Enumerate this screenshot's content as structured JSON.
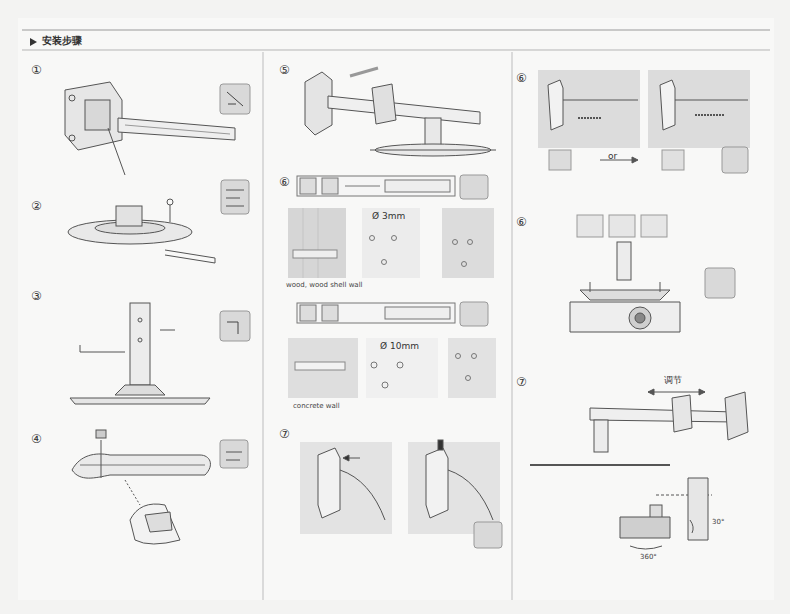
{
  "diagram": {
    "title": "安装步骤",
    "labels": [
      "①",
      "②",
      "③",
      "④",
      "⑤",
      "⑥",
      "Ø 3mm",
      "wood, wood shell wall",
      "Ø 10mm",
      "concrete wall",
      "⑦",
      "⑥",
      "or",
      "⑥",
      "调节",
      "⑦",
      "30°",
      "360°"
    ]
  }
}
